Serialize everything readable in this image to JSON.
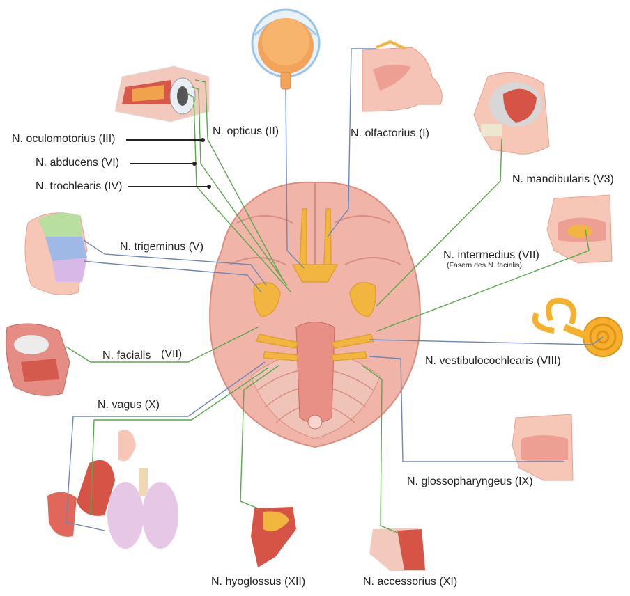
{
  "labels": {
    "opticus": "N. opticus (II)",
    "olfactorius": "N. olfactorius (I)",
    "oculomotorius": "N. oculomotorius (III)",
    "abducens": "N. abducens (VI)",
    "trochlearis": "N. trochlearis (IV)",
    "mandibularis": "N. mandibularis (V3)",
    "trigeminus": "N. trigeminus (V)",
    "intermedius": "N. intermedius (VII)",
    "intermedius_sub": "(Fasern des N. facialis)",
    "facialis": "N. facialis",
    "facialis_num": "(VII)",
    "vestibulocochlearis": "N. vestibulocochlearis (VIII)",
    "vagus": "N. vagus (X)",
    "glossopharyngeus": "N. glossopharyngeus (IX)",
    "hyoglossus": "N. hyoglossus (XII)",
    "accessorius": "N. accessorius (XI)"
  },
  "colors": {
    "motor_nerve": "#5aa84a",
    "sensory_nerve": "#6f86b8",
    "nerve_root": "#f2b640",
    "brain": "#f1b4a8",
    "brain_outline": "#d98c80",
    "brainstem": "#e88f86",
    "label_text": "#222222"
  }
}
